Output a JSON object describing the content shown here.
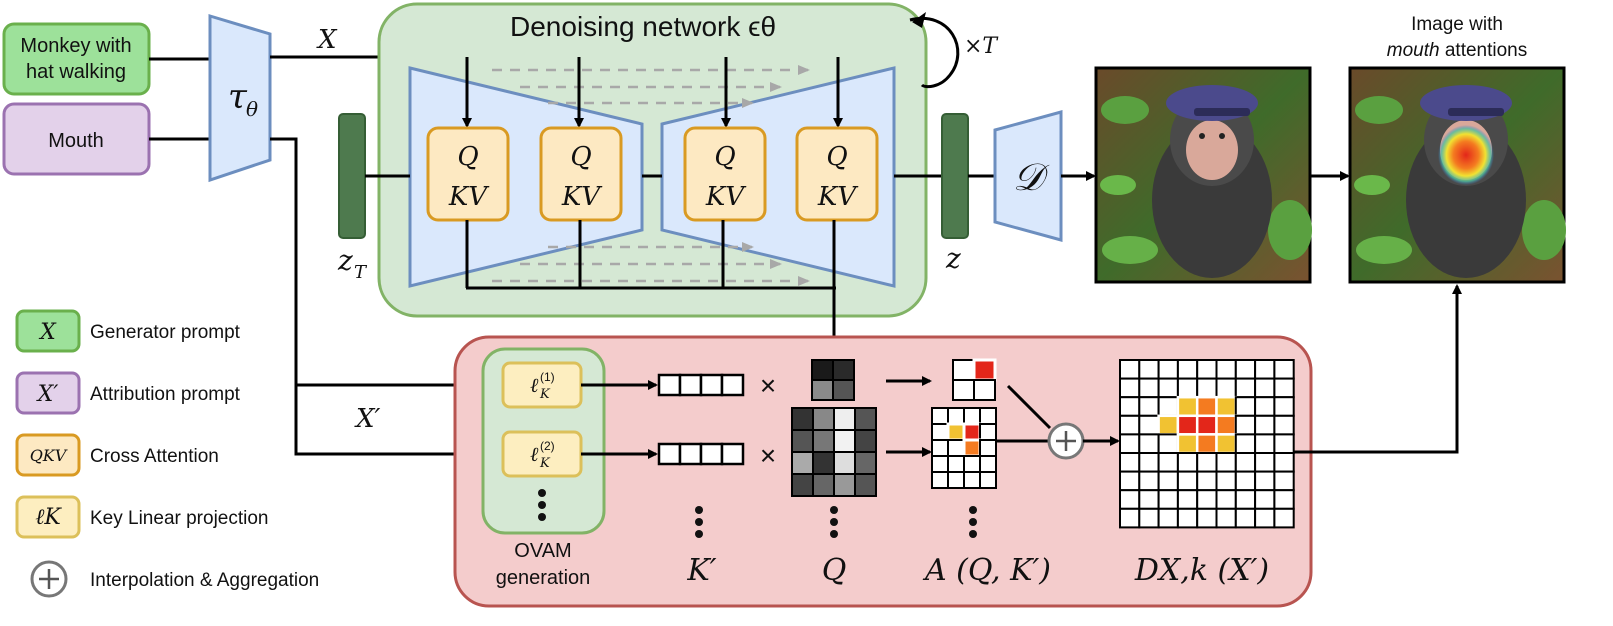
{
  "inputs": {
    "generator_prompt_text": "Monkey with hat walking",
    "generator_prompt_line1": "Monkey with",
    "generator_prompt_line2": "hat walking",
    "attribution_prompt_text": "Mouth"
  },
  "encoder": {
    "symbol": "τθ",
    "main": "τ",
    "sub": "θ"
  },
  "signals": {
    "x": "X",
    "x_prime": "X′"
  },
  "unet": {
    "title": "Denoising network ϵθ",
    "loop_label": "×T",
    "block_q": "Q",
    "block_kv": "KV",
    "latent_in": "zT",
    "latent_in_main": "z",
    "latent_in_sub": "T",
    "latent_out": "z"
  },
  "decoder": {
    "symbol": "𝒟"
  },
  "output": {
    "title": "Image with mouth attentions",
    "title_line1": "Image with",
    "title_italic": "mouth",
    "title_rest": "attentions"
  },
  "ovam": {
    "label": "OVAM generation",
    "label_line1": "OVAM",
    "label_line2": "generation",
    "proj1": "ℓK(1)",
    "proj2": "ℓK(2)",
    "proj_main": "ℓ",
    "proj_sub": "K",
    "proj1_sup": "(1)",
    "proj2_sup": "(2)",
    "times": "×",
    "bottom_labels": {
      "k": "K′",
      "q": "Q",
      "a": "A (Q, K′)",
      "d": "DX,k (X′)"
    }
  },
  "legend": [
    {
      "symbol": "X",
      "text": "Generator prompt",
      "fill": "#9de19a",
      "stroke": "#6ab04c"
    },
    {
      "symbol": "X′",
      "text": "Attribution prompt",
      "fill": "#e3d1ea",
      "stroke": "#9b72b0"
    },
    {
      "symbol": "QKV",
      "text": "Cross Attention",
      "fill": "#fde9c2",
      "stroke": "#d99a22"
    },
    {
      "symbol": "ℓK",
      "text": "Key Linear projection",
      "fill": "#fdeec0",
      "stroke": "#dcc05a"
    },
    {
      "symbol": "⊕",
      "text": "Interpolation & Aggregation",
      "fill": "#ffffff",
      "stroke": "#777777"
    }
  ],
  "colors": {
    "green_fill": "#d5e8d4",
    "green_stroke": "#82b366",
    "red_fill": "#f4cccc",
    "red_stroke": "#b85450",
    "blue_fill": "#dae8fc",
    "blue_stroke": "#6c8ebf",
    "latent_fill": "#4e7a4e",
    "hot_red": "#e3261a",
    "hot_orange": "#f47b20",
    "hot_yellow": "#f1c232"
  },
  "icons": {
    "loop": "loop-arrow-icon",
    "aggregate": "plus-circle-icon",
    "dots": "vertical-ellipsis-icon"
  }
}
